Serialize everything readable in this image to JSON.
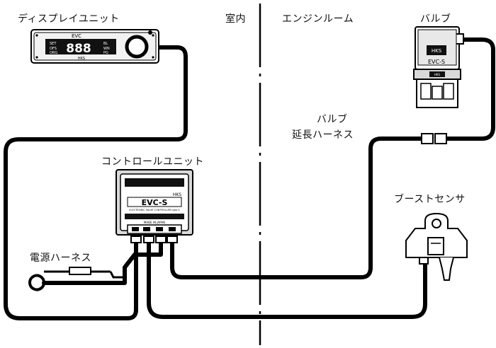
{
  "labels": {
    "display_unit": "ディスプレイユニット",
    "indoor": "室内",
    "engine_room": "エンジンルーム",
    "valve": "バルブ",
    "valve_harness_line1": "バルブ",
    "valve_harness_line2": "延長ハーネス",
    "control_unit": "コントロールユニット",
    "boost_sensor": "ブーストセンサ",
    "power_harness": "電源ハーネス"
  },
  "device_text": {
    "display_brand": "EVC",
    "display_digits": "888",
    "display_left_tags": [
      "SET",
      "OFS",
      "ORG"
    ],
    "display_right_tags": [
      "BL",
      "WN",
      "PG"
    ],
    "display_logo": "HKS",
    "control_logo": "HKS",
    "control_model": "EVC-S",
    "control_subtitle": "ELECTRONIC VALVE CONTROLLER type-S",
    "control_made_in": "MADE IN JAPAN",
    "valve_logo": "HKS",
    "valve_model": "EVC-S",
    "valve_small_logo": "HKS"
  },
  "colors": {
    "line": "#000000",
    "background": "#ffffff",
    "device_shade": "#d9d9d9",
    "screen_dark": "#111111"
  }
}
